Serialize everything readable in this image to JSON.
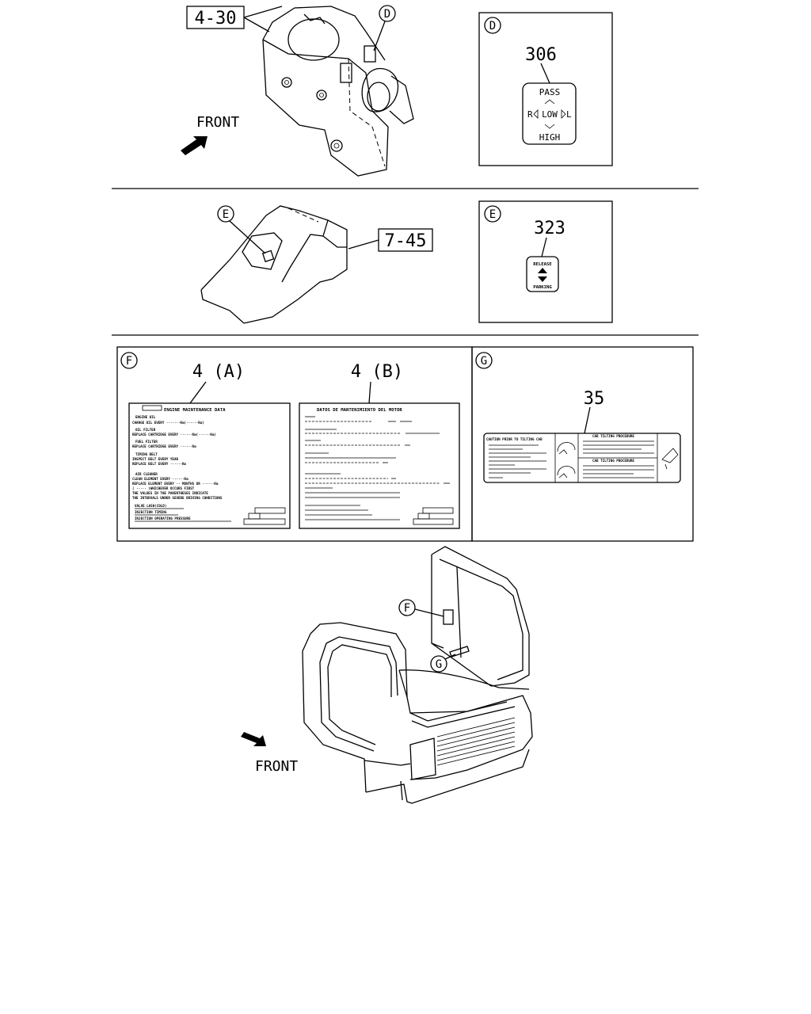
{
  "callouts": {
    "steering_column_ref": "4-30",
    "console_ref": "7-45"
  },
  "circle_letters": {
    "d": "D",
    "e": "E",
    "f": "F",
    "g": "G"
  },
  "front_labels": {
    "top": "FRONT",
    "bottom": "FRONT"
  },
  "detail_d": {
    "part": "306",
    "top": "PASS",
    "left": "R",
    "center": "LOW",
    "right": "L",
    "bottom": "HIGH"
  },
  "detail_e": {
    "part": "323",
    "top": "RELEASE",
    "bottom": "PARKING"
  },
  "detail_f": {
    "label_a": "4 (A)",
    "label_b": "4 (B)",
    "en_title": "ENGINE MAINTENANCE DATA",
    "en_lines": [
      "ENGINE OIL",
      "CHANGE OIL EVERY  ·······Km(······Km)",
      "OIL FILTER",
      "REPLACE CARTRIDGE EVERY  ······Km(······Km)",
      "FUEL FILTER",
      "REPLACE CARTRIDGE EVERY  ······Km",
      "TIMING BELT",
      "INSPECT BELT EVERY YEAR",
      "REPLACE BELT EVERY  ······Km",
      "AIR CLEANER",
      "CLEAN ELEMENT EVERY  ······Km",
      "REPLACE ELEMENT EVERY ·· MONTHS OR ······Km",
      "( ····· )WHICHEVER OCCURS FIRST",
      "THE VALUES IN THE PARENTHESES INDICATE",
      "THE INTERVALS UNDER SEVERE DRIVING CONDITIONS",
      "VALVE LASH(COLD)",
      "INJECTION TIMING",
      "INJECTION OPERATING PRESSURE"
    ],
    "es_title": "DATOS DE MANTENIMIENTO DEL MOTOR"
  },
  "detail_g": {
    "part": "35",
    "caution": "CAUTION PRIOR TO TILTING CAB",
    "proc1": "CAB TILTING PROCEDURE",
    "proc2": "CAB TILTING PROCEDURE"
  }
}
